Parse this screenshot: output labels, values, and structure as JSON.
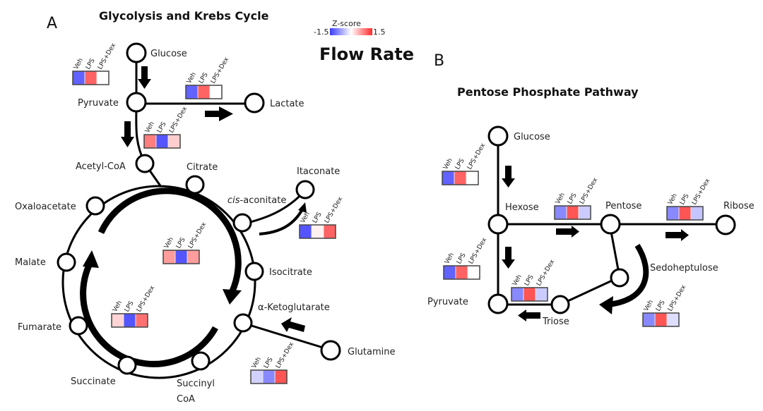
{
  "panel_a": {
    "letter": "A",
    "title": "Glycolysis and Krebs Cycle",
    "nodes": {
      "glucose": "Glucose",
      "pyruvate": "Pyruvate",
      "lactate": "Lactate",
      "acetyl_coa": "Acetyl-CoA",
      "citrate": "Citrate",
      "cis_aconitate_prefix": "cis",
      "cis_aconitate_suffix": "-aconitate",
      "itaconate": "Itaconate",
      "isocitrate": "Isocitrate",
      "alpha_kg": "α-Ketoglutarate",
      "glutamine": "Glutamine",
      "succinyl_coa_1": "Succinyl",
      "succinyl_coa_2": "CoA",
      "succinate": "Succinate",
      "fumarate": "Fumarate",
      "malate": "Malate",
      "oxaloacetate": "Oxaloacetate"
    }
  },
  "panel_b": {
    "letter": "B",
    "title": "Pentose Phosphate Pathway",
    "nodes": {
      "glucose": "Glucose",
      "hexose": "Hexose",
      "pentose": "Pentose",
      "ribose": "Ribose",
      "sedoheptulose": "Sedoheptulose",
      "triose": "Triose",
      "pyruvate": "Pyruvate"
    }
  },
  "legend": {
    "title": "Z-score",
    "min_label": "-1.5",
    "max_label": "1.5",
    "min": -1.5,
    "max": 1.5,
    "low_color": "#3b3bff",
    "mid_color": "#ffffff",
    "high_color": "#ff2a2a"
  },
  "flow_rate_label": "Flow Rate",
  "conditions": [
    "Veh",
    "LPS",
    "LPS+Dex"
  ],
  "chart_data": {
    "type": "heatmap",
    "title": "Flow Rate",
    "value_unit": "Z-score",
    "range": [
      -1.5,
      1.5
    ],
    "columns": [
      "Veh",
      "LPS",
      "LPS+Dex"
    ],
    "rows": [
      {
        "id": "a_glucose_pyruvate",
        "flux": "Glucose → Pyruvate",
        "values": [
          -1.2,
          1.1,
          0.0
        ]
      },
      {
        "id": "a_pyruvate_lactate",
        "flux": "Pyruvate → Lactate",
        "values": [
          -1.2,
          1.1,
          0.0
        ]
      },
      {
        "id": "a_pyruvate_acetylcoa",
        "flux": "Pyruvate → Acetyl-CoA",
        "values": [
          0.9,
          -1.3,
          0.35
        ]
      },
      {
        "id": "a_tca_upper",
        "flux": "Oxaloacetate → α-Ketoglutarate",
        "values": [
          0.7,
          -1.3,
          0.7
        ]
      },
      {
        "id": "a_cisaconitate_itaconate",
        "flux": "cis-aconitate → Itaconate",
        "values": [
          -1.3,
          0.1,
          1.1
        ]
      },
      {
        "id": "a_tca_lower",
        "flux": "α-Ketoglutarate → Oxaloacetate",
        "values": [
          0.3,
          -1.3,
          1.0
        ]
      },
      {
        "id": "a_glutamine_akg",
        "flux": "Glutamine → α-Ketoglutarate",
        "values": [
          -0.35,
          -0.9,
          1.2
        ]
      },
      {
        "id": "b_glucose_hexose",
        "flux": "Glucose → Hexose",
        "values": [
          -1.2,
          1.1,
          0.0
        ]
      },
      {
        "id": "b_hexose_pentose",
        "flux": "Hexose → Pentose",
        "values": [
          -0.9,
          1.2,
          -0.4
        ]
      },
      {
        "id": "b_pentose_ribose",
        "flux": "Pentose → Ribose",
        "values": [
          -0.9,
          1.2,
          -0.45
        ]
      },
      {
        "id": "b_hexose_pyruvate",
        "flux": "Hexose → Pyruvate",
        "values": [
          -1.2,
          1.1,
          0.0
        ]
      },
      {
        "id": "b_triose_pyruvate",
        "flux": "Triose → Pyruvate",
        "values": [
          -0.9,
          1.2,
          -0.4
        ]
      },
      {
        "id": "b_sedoheptulose_triose",
        "flux": "Pentose → Sedoheptulose → Triose",
        "values": [
          -0.9,
          1.2,
          -0.25
        ]
      }
    ]
  }
}
